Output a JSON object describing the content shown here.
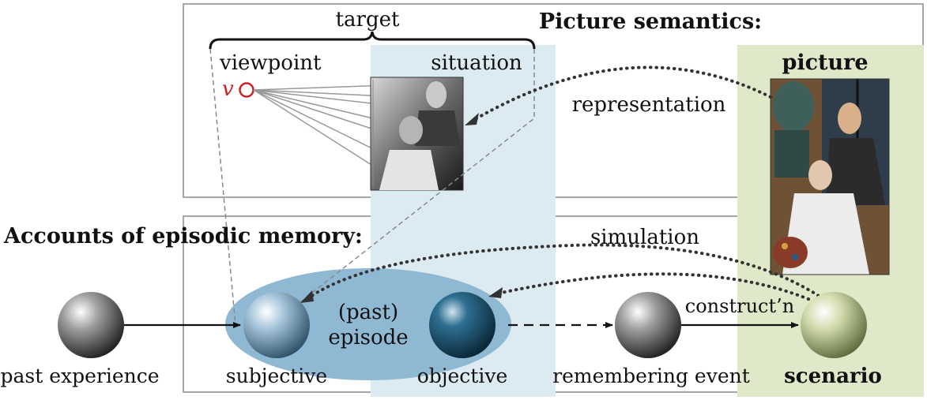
{
  "top_panel": {
    "title": "Picture semantics:",
    "target_label": "target",
    "viewpoint_label": "viewpoint",
    "viewpoint_symbol": "v",
    "situation_label": "situation",
    "picture_label": "picture",
    "representation_label": "representation"
  },
  "bottom_panel": {
    "title": "Accounts of episodic memory:",
    "simulation_label": "simulation",
    "episode_label_line1": "(past)",
    "episode_label_line2": "episode",
    "constructn_label": "construct’n",
    "nodes": {
      "past_experience": "past experience",
      "subjective": "subjective",
      "objective": "objective",
      "remembering_event": "remembering event",
      "scenario": "scenario"
    }
  },
  "colors": {
    "situation_band": "#dceaf2",
    "picture_band": "#dfe8c8",
    "episode_ellipse": "#8fb8d2",
    "viewpoint": "#cc2222",
    "panel_border": "#888888"
  }
}
